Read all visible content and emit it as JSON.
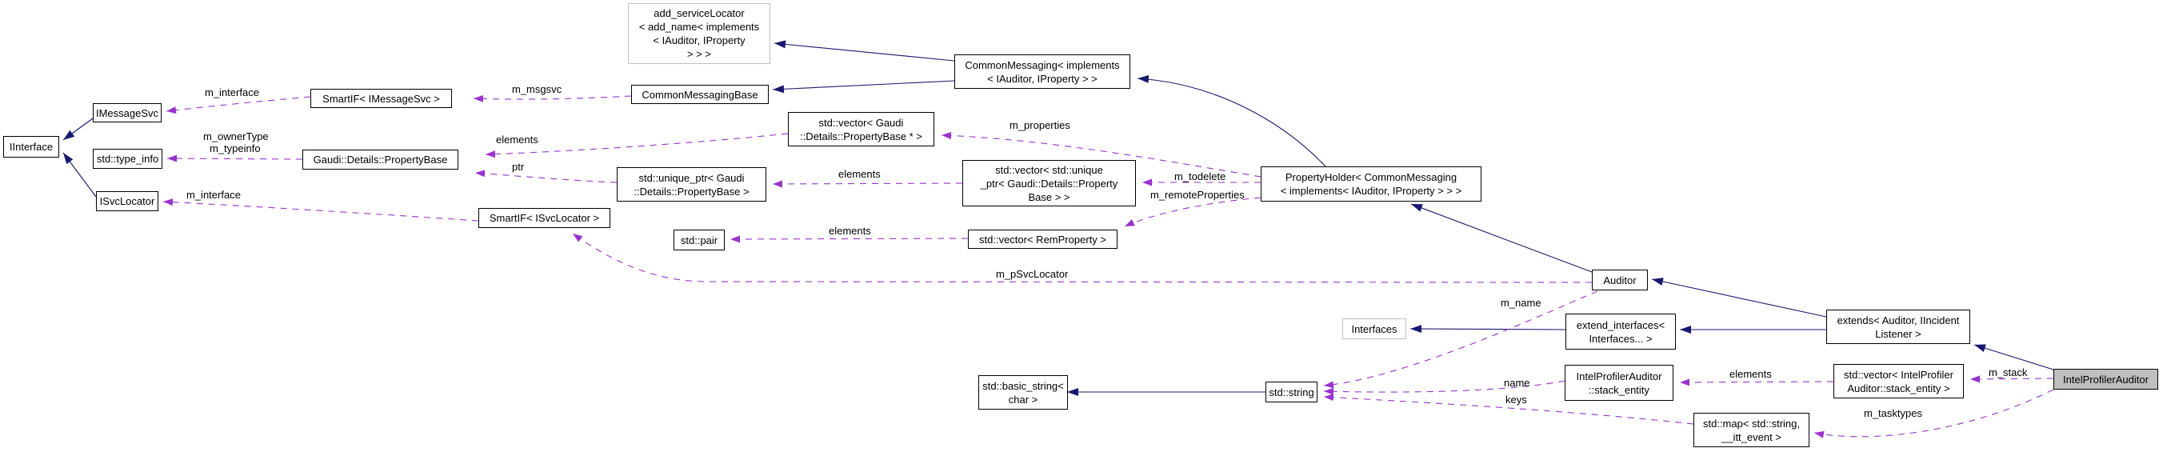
{
  "diagram": {
    "type": "class-collaboration-graph",
    "subject": "IntelProfilerAuditor",
    "colors": {
      "background": "#ffffff",
      "inheritance_edge": "#191970",
      "usage_edge": "#9a32cd",
      "node_border": "#000000",
      "gray_node_border": "#c0c0c0",
      "highlight_node_fill": "#bfbfbf",
      "text": "#000000"
    },
    "nodes": [
      {
        "id": "iinterface",
        "label": "IInterface"
      },
      {
        "id": "imessagesvc",
        "label": "IMessageSvc"
      },
      {
        "id": "std-type-info",
        "label": "std::type_info"
      },
      {
        "id": "isvclocator",
        "label": "ISvcLocator"
      },
      {
        "id": "smartif-imessagesvc",
        "label": "SmartIF< IMessageSvc >"
      },
      {
        "id": "gaudi-details-propertybase",
        "label": "Gaudi::Details::PropertyBase"
      },
      {
        "id": "smartif-isvclocator",
        "label": "SmartIF< ISvcLocator >"
      },
      {
        "id": "add-servicelocator",
        "label": "add_serviceLocator\n< add_name< implements\n< IAuditor, IProperty\n> > >"
      },
      {
        "id": "commonmessagingbase",
        "label": "CommonMessagingBase"
      },
      {
        "id": "vector-propertybase-ptr",
        "label": "std::vector< Gaudi\n::Details::PropertyBase * >"
      },
      {
        "id": "unique-ptr-propertybase",
        "label": "std::unique_ptr< Gaudi\n::Details::PropertyBase >"
      },
      {
        "id": "std-pair",
        "label": "std::pair"
      },
      {
        "id": "commonmessaging-implements",
        "label": "CommonMessaging< implements\n< IAuditor, IProperty > >"
      },
      {
        "id": "vector-unique-ptr-propertybase",
        "label": "std::vector< std::unique\n_ptr< Gaudi::Details::Property\nBase > >"
      },
      {
        "id": "vector-remproperty",
        "label": "std::vector< RemProperty >"
      },
      {
        "id": "propertyholder",
        "label": "PropertyHolder< CommonMessaging\n< implements< IAuditor, IProperty > > >"
      },
      {
        "id": "auditor",
        "label": "Auditor"
      },
      {
        "id": "interfaces",
        "label": "Interfaces"
      },
      {
        "id": "extend-interfaces",
        "label": "extend_interfaces<\nInterfaces... >"
      },
      {
        "id": "extends-auditor-iincidentlistener",
        "label": "extends< Auditor, IIncident\nListener >"
      },
      {
        "id": "std-basic-string-char",
        "label": "std::basic_string<\nchar >"
      },
      {
        "id": "std-string",
        "label": "std::string"
      },
      {
        "id": "intelprofilerauditor-stack-entity",
        "label": "IntelProfilerAuditor\n::stack_entity"
      },
      {
        "id": "vector-stack-entity",
        "label": "std::vector< IntelProfiler\nAuditor::stack_entity >"
      },
      {
        "id": "map-string-itt-event",
        "label": "std::map< std::string,\n__itt_event >"
      },
      {
        "id": "intelprofilerauditor",
        "label": "IntelProfilerAuditor"
      }
    ],
    "edge_labels": [
      {
        "text": "m_interface"
      },
      {
        "text": "m_ownerType"
      },
      {
        "text": "m_typeinfo"
      },
      {
        "text": "m_interface"
      },
      {
        "text": "m_msgsvc"
      },
      {
        "text": "elements"
      },
      {
        "text": "ptr"
      },
      {
        "text": "m_properties"
      },
      {
        "text": "elements"
      },
      {
        "text": "m_todelete"
      },
      {
        "text": "m_remoteProperties"
      },
      {
        "text": "elements"
      },
      {
        "text": "m_pSvcLocator"
      },
      {
        "text": "m_name"
      },
      {
        "text": "name"
      },
      {
        "text": "keys"
      },
      {
        "text": "elements"
      },
      {
        "text": "m_stack"
      },
      {
        "text": "m_tasktypes"
      }
    ]
  }
}
